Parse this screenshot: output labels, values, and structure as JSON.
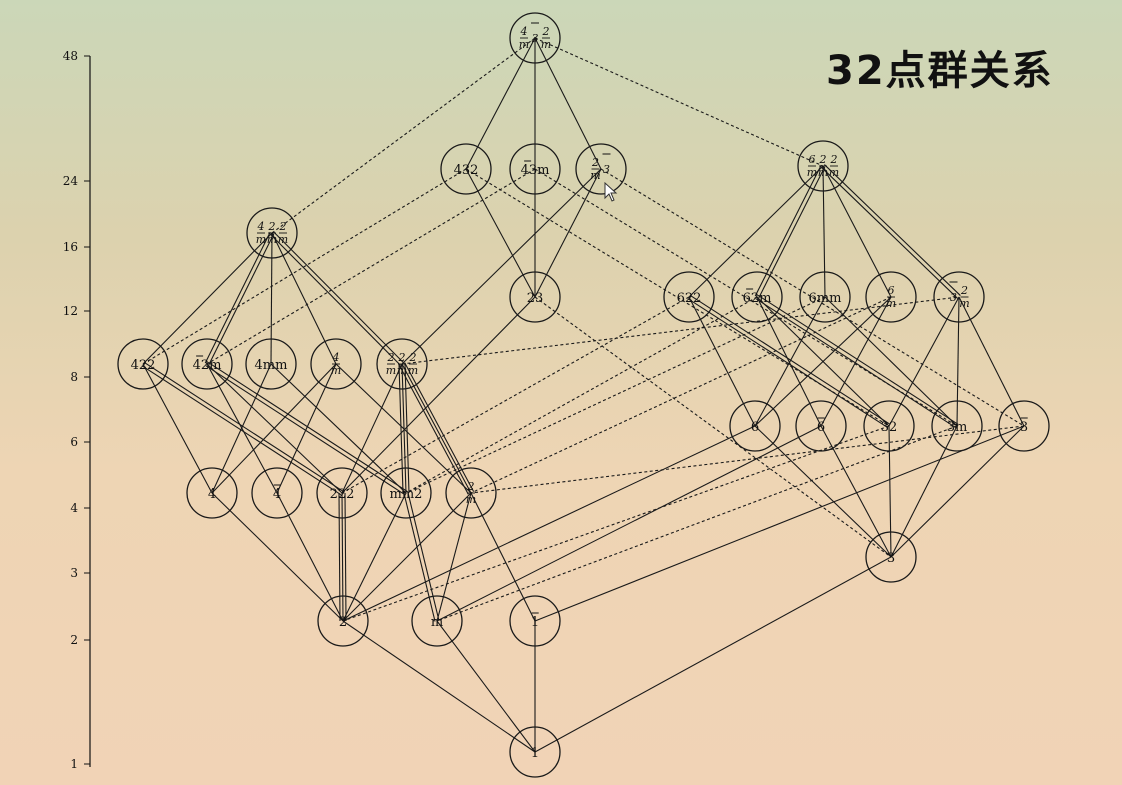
{
  "title": "32点群关系",
  "axis": {
    "ticks": [
      {
        "value": 48,
        "label": "48"
      },
      {
        "value": 24,
        "label": "24"
      },
      {
        "value": 16,
        "label": "16"
      },
      {
        "value": 12,
        "label": "12"
      },
      {
        "value": 8,
        "label": "8"
      },
      {
        "value": 6,
        "label": "6"
      },
      {
        "value": 4,
        "label": "4"
      },
      {
        "value": 3,
        "label": "3"
      },
      {
        "value": 2,
        "label": "2"
      },
      {
        "value": 1,
        "label": "1"
      }
    ]
  },
  "nodes": [
    {
      "id": "m3m",
      "kind": "frac3",
      "parts": [
        [
          "4",
          "m"
        ],
        [
          "3",
          ""
        ],
        [
          "2",
          "m"
        ]
      ],
      "bar": 1,
      "order": 48
    },
    {
      "id": "432",
      "label": "432",
      "order": 24
    },
    {
      "id": "43m",
      "label": "43m",
      "barFirst": true,
      "order": 24
    },
    {
      "id": "m3",
      "kind": "frac2",
      "parts": [
        [
          "2",
          "m"
        ],
        [
          "3",
          ""
        ]
      ],
      "bar": 1,
      "order": 24
    },
    {
      "id": "6mmm",
      "kind": "frac3",
      "parts": [
        [
          "6",
          "m"
        ],
        [
          "2",
          "m"
        ],
        [
          "2",
          "m"
        ]
      ],
      "order": 24
    },
    {
      "id": "4mmm",
      "kind": "frac3",
      "parts": [
        [
          "4",
          "m"
        ],
        [
          "2",
          "m"
        ],
        [
          "2",
          "m"
        ]
      ],
      "order": 16
    },
    {
      "id": "23",
      "label": "23",
      "order": 12
    },
    {
      "id": "622",
      "label": "622",
      "order": 12
    },
    {
      "id": "6m2",
      "label": "62m",
      "barFirst": true,
      "order": 12
    },
    {
      "id": "6mm",
      "label": "6mm",
      "order": 12
    },
    {
      "id": "6m",
      "kind": "frac1",
      "parts": [
        [
          "6",
          "m"
        ]
      ],
      "order": 12
    },
    {
      "id": "3m_bar",
      "kind": "mixed",
      "parts": [
        [
          "3",
          ""
        ],
        [
          "2",
          "m"
        ]
      ],
      "order": 12
    },
    {
      "id": "422",
      "label": "422",
      "order": 8
    },
    {
      "id": "42m",
      "label": "42m",
      "barFirst": true,
      "order": 8
    },
    {
      "id": "4mm",
      "label": "4mm",
      "order": 8
    },
    {
      "id": "4m",
      "kind": "frac1",
      "parts": [
        [
          "4",
          "m"
        ]
      ],
      "order": 8
    },
    {
      "id": "mmm",
      "kind": "frac3",
      "parts": [
        [
          "2",
          "m"
        ],
        [
          "2",
          "m"
        ],
        [
          "2",
          "m"
        ]
      ],
      "order": 8
    },
    {
      "id": "6",
      "label": "6",
      "order": 6
    },
    {
      "id": "6bar",
      "label": "6",
      "barFirst": true,
      "order": 6
    },
    {
      "id": "32",
      "label": "32",
      "order": 6
    },
    {
      "id": "3m",
      "label": "3m",
      "order": 6
    },
    {
      "id": "3bar",
      "label": "3",
      "barFirst": true,
      "order": 6
    },
    {
      "id": "4",
      "label": "4",
      "order": 4
    },
    {
      "id": "4bar",
      "label": "4",
      "barFirst": true,
      "order": 4
    },
    {
      "id": "222",
      "label": "222",
      "order": 4
    },
    {
      "id": "mm2",
      "label": "mm2",
      "order": 4
    },
    {
      "id": "2m",
      "kind": "frac1",
      "parts": [
        [
          "2",
          "m"
        ]
      ],
      "order": 4
    },
    {
      "id": "3",
      "label": "3",
      "order": 3
    },
    {
      "id": "2",
      "label": "2",
      "order": 2
    },
    {
      "id": "m",
      "label": "m",
      "order": 2
    },
    {
      "id": "1bar",
      "label": "1",
      "barFirst": true,
      "order": 2
    },
    {
      "id": "1",
      "label": "1",
      "order": 1
    }
  ],
  "edges": [
    [
      "m3m",
      "432",
      "solid",
      1
    ],
    [
      "m3m",
      "43m",
      "solid",
      1
    ],
    [
      "m3m",
      "m3",
      "solid",
      1
    ],
    [
      "m3m",
      "4mmm",
      "dotted",
      1
    ],
    [
      "m3m",
      "6mmm",
      "dotted",
      1
    ],
    [
      "432",
      "23",
      "solid",
      1
    ],
    [
      "43m",
      "23",
      "solid",
      1
    ],
    [
      "m3",
      "23",
      "solid",
      1
    ],
    [
      "432",
      "422",
      "dotted",
      1
    ],
    [
      "43m",
      "42m",
      "dotted",
      1
    ],
    [
      "m3",
      "mmm",
      "solid",
      1
    ],
    [
      "m3",
      "3bar",
      "dotted",
      1
    ],
    [
      "432",
      "32",
      "dotted",
      1
    ],
    [
      "43m",
      "3m",
      "dotted",
      1
    ],
    [
      "4mmm",
      "422",
      "solid",
      1
    ],
    [
      "4mmm",
      "42m",
      "solid",
      2
    ],
    [
      "4mmm",
      "4mm",
      "solid",
      1
    ],
    [
      "4mmm",
      "4m",
      "solid",
      1
    ],
    [
      "4mmm",
      "mmm",
      "solid",
      2
    ],
    [
      "6mmm",
      "622",
      "solid",
      1
    ],
    [
      "6mmm",
      "6m2",
      "solid",
      2
    ],
    [
      "6mmm",
      "6mm",
      "solid",
      1
    ],
    [
      "6mmm",
      "6m",
      "solid",
      1
    ],
    [
      "6mmm",
      "3m_bar",
      "solid",
      2
    ],
    [
      "23",
      "222",
      "solid",
      1
    ],
    [
      "23",
      "3",
      "dotted",
      1
    ],
    [
      "422",
      "4",
      "solid",
      1
    ],
    [
      "422",
      "222",
      "solid",
      2
    ],
    [
      "42m",
      "4bar",
      "solid",
      1
    ],
    [
      "42m",
      "222",
      "solid",
      1
    ],
    [
      "42m",
      "mm2",
      "solid",
      2
    ],
    [
      "4mm",
      "4",
      "solid",
      1
    ],
    [
      "4mm",
      "mm2",
      "solid",
      1
    ],
    [
      "4m",
      "4",
      "solid",
      1
    ],
    [
      "4m",
      "4bar",
      "solid",
      1
    ],
    [
      "4m",
      "2m",
      "solid",
      1
    ],
    [
      "mmm",
      "222",
      "solid",
      1
    ],
    [
      "mmm",
      "mm2",
      "solid",
      3
    ],
    [
      "mmm",
      "2m",
      "solid",
      3
    ],
    [
      "622",
      "6",
      "solid",
      1
    ],
    [
      "622",
      "32",
      "solid",
      2
    ],
    [
      "6m2",
      "6bar",
      "solid",
      1
    ],
    [
      "6m2",
      "32",
      "solid",
      1
    ],
    [
      "6m2",
      "3m",
      "solid",
      2
    ],
    [
      "6mm",
      "6",
      "solid",
      1
    ],
    [
      "6mm",
      "3m",
      "solid",
      1
    ],
    [
      "6m",
      "6",
      "solid",
      1
    ],
    [
      "6m",
      "6bar",
      "solid",
      1
    ],
    [
      "6m",
      "2m",
      "dotted",
      1
    ],
    [
      "3m_bar",
      "32",
      "solid",
      1
    ],
    [
      "3m_bar",
      "3m",
      "solid",
      1
    ],
    [
      "3m_bar",
      "3bar",
      "solid",
      1
    ],
    [
      "622",
      "222",
      "dotted",
      1
    ],
    [
      "6m2",
      "mm2",
      "dotted",
      1
    ],
    [
      "6mm",
      "mm2",
      "dotted",
      1
    ],
    [
      "mmm",
      "3m_bar",
      "dotted",
      1
    ],
    [
      "6",
      "2",
      "solid",
      1
    ],
    [
      "6bar",
      "m",
      "solid",
      1
    ],
    [
      "32",
      "2",
      "dotted",
      1
    ],
    [
      "3m",
      "m",
      "dotted",
      1
    ],
    [
      "3bar",
      "1bar",
      "solid",
      1
    ],
    [
      "3bar",
      "2m",
      "dotted",
      1
    ],
    [
      "6",
      "3",
      "solid",
      1
    ],
    [
      "6bar",
      "3",
      "solid",
      1
    ],
    [
      "32",
      "3",
      "solid",
      1
    ],
    [
      "3m",
      "3",
      "solid",
      1
    ],
    [
      "3bar",
      "3",
      "solid",
      1
    ],
    [
      "4",
      "2",
      "solid",
      1
    ],
    [
      "4bar",
      "2",
      "solid",
      1
    ],
    [
      "222",
      "2",
      "solid",
      3
    ],
    [
      "mm2",
      "2",
      "solid",
      1
    ],
    [
      "mm2",
      "m",
      "solid",
      2
    ],
    [
      "2m",
      "2",
      "solid",
      1
    ],
    [
      "2m",
      "m",
      "solid",
      1
    ],
    [
      "2m",
      "1bar",
      "solid",
      1
    ],
    [
      "2",
      "1",
      "solid",
      1
    ],
    [
      "m",
      "1",
      "solid",
      1
    ],
    [
      "1bar",
      "1",
      "solid",
      1
    ],
    [
      "3",
      "1",
      "solid",
      1
    ]
  ]
}
